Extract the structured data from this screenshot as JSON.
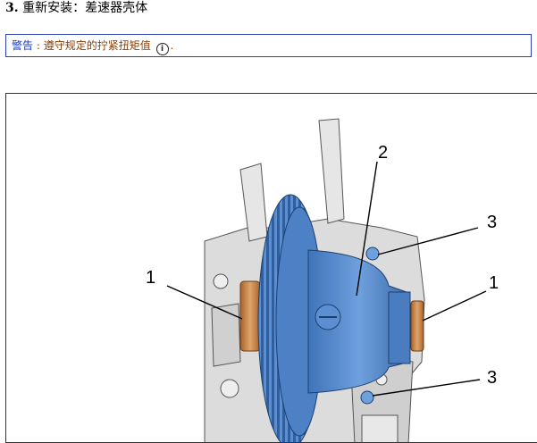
{
  "heading": {
    "number": "3.",
    "title": "重新安装：差速器壳体"
  },
  "warning": {
    "label": "警告",
    "separator": " : ",
    "text": "遵守规定的拧紧扭矩值",
    "trailing": ".",
    "icon": "info-icon"
  },
  "figure": {
    "callouts": [
      "1",
      "2",
      "3",
      "1",
      "3"
    ]
  },
  "colors": {
    "gear_blue": "#5b8fd2",
    "bearing_bronze": "#c9874a",
    "housing_gray": "#d9d9d9",
    "warning_border": "#2b3fb6",
    "warning_label": "#1a3bd0",
    "warning_text": "#8a3d00"
  }
}
